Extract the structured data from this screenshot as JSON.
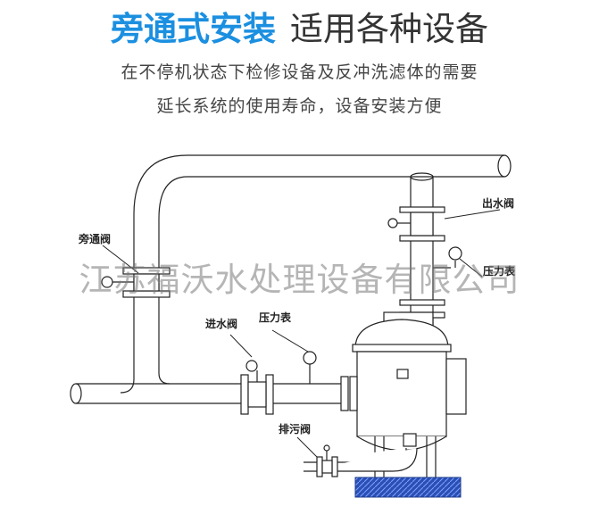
{
  "header": {
    "title_highlight": "旁通式安装",
    "title_rest": "适用各种设备",
    "subtitle_line1": "在不停机状态下检修设备及反冲洗滤体的需要",
    "subtitle_line2": "延长系统的使用寿命，设备安装方便"
  },
  "labels": {
    "bypass_valve": "旁通阀",
    "outlet_valve": "出水阀",
    "pressure_gauge_right": "压力表",
    "inlet_valve": "进水阀",
    "pressure_gauge_left": "压力表",
    "drain_valve": "排污阀"
  },
  "watermark": "江苏福沃水处理设备有限公司",
  "colors": {
    "title_accent": "#1b8fe0",
    "foundation": "#2a4fb5"
  }
}
